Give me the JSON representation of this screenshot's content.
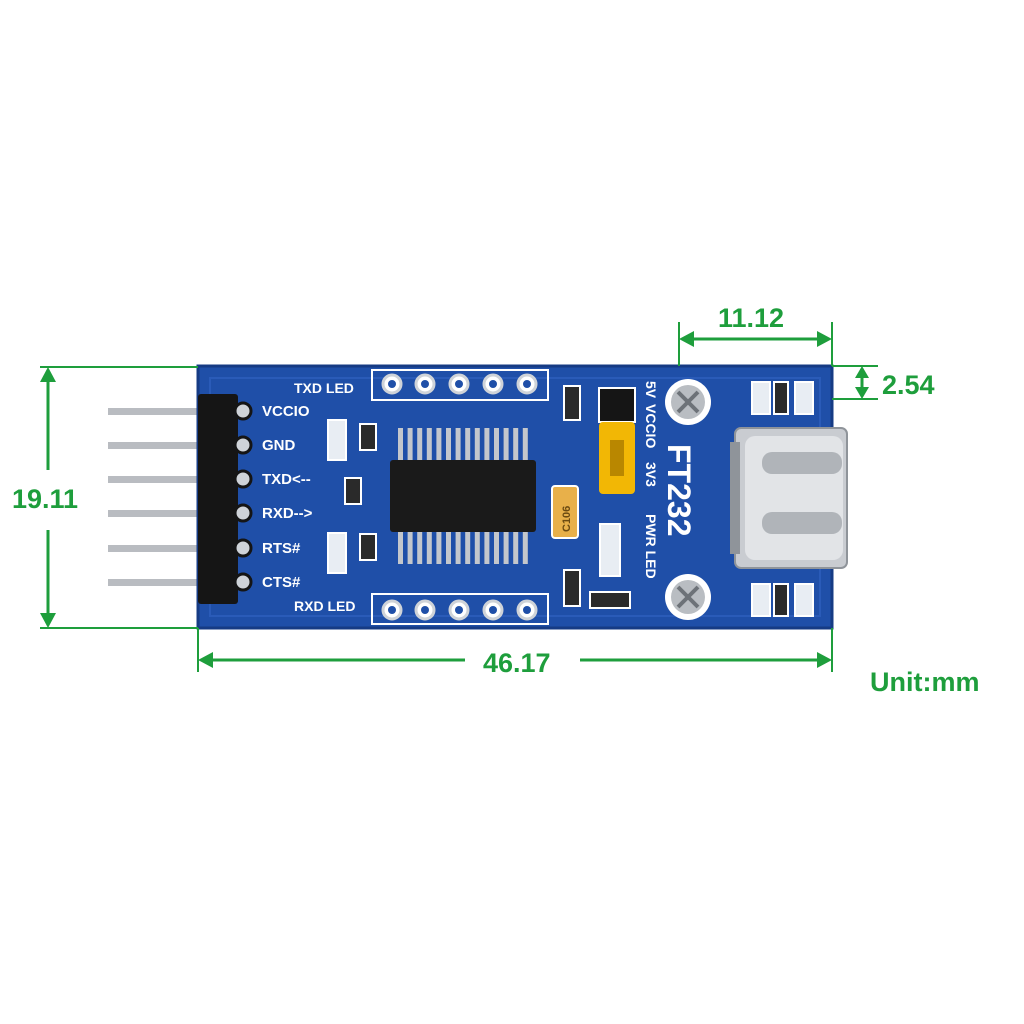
{
  "colors": {
    "dimension": "#1e9e3c",
    "pcb": "#1f4fa8",
    "pcb_dark": "#163b84",
    "silkscreen": "#ffffff",
    "jumper": "#f2b705",
    "usb_metal": "#c9ccd1"
  },
  "dimensions": {
    "height": "19.11",
    "length": "46.17",
    "usb_width": "11.12",
    "offset": "2.54",
    "unit": "Unit:mm"
  },
  "board": {
    "chip_label": "FT232",
    "txd_led": "TXD LED",
    "rxd_led": "RXD LED",
    "pwr_led": "PWR LED",
    "jumper_labels": [
      "5V",
      "VCCIO",
      "3V3"
    ],
    "capacitor": "C106",
    "pins": [
      "VCCIO",
      "GND",
      "TXD<--",
      "RXD-->",
      "RTS#",
      "CTS#"
    ]
  },
  "icons": {
    "mount_hole": "screw-icon",
    "usb": "usb-c-connector-icon"
  }
}
